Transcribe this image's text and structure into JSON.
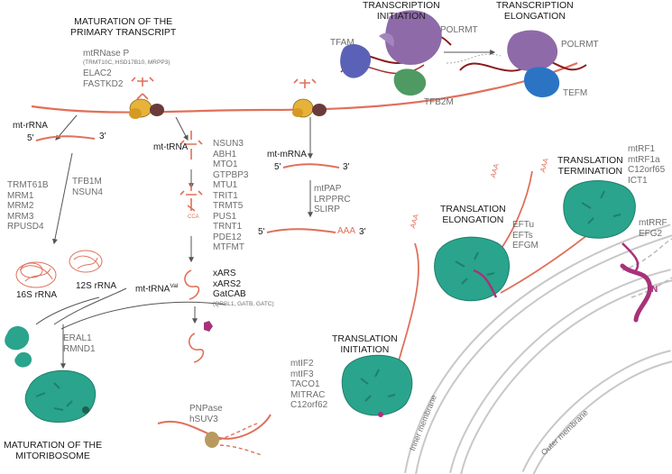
{
  "headings": {
    "maturation_primary": [
      "MATURATION OF THE",
      "PRIMARY TRANSCRIPT"
    ],
    "transcription_initiation": [
      "TRANSCRIPTION",
      "INITIATION"
    ],
    "transcription_elongation": [
      "TRANSCRIPTION",
      "ELONGATION"
    ],
    "translation_elongation": [
      "TRANSLATION",
      "ELONGATION"
    ],
    "translation_termination": [
      "TRANSLATION",
      "TERMINATION"
    ],
    "translation_initiation": [
      "TRANSLATION",
      "INITIATION"
    ],
    "maturation_mitoribosome": [
      "MATURATION OF THE",
      "MITORIBOSOME"
    ]
  },
  "processing": {
    "mtrnasep": "mtRNase P",
    "mtrnasep_subunits": "(TRMT10C, HSD17B10, MRPP3)",
    "others": [
      "ELAC2",
      "FASTKD2"
    ]
  },
  "transcription": {
    "tfam": "TFAM",
    "polrmt": "POLRMT",
    "tfb2m": "TFB2M",
    "polrmt_elong": "POLRMT",
    "tefm": "TEFM"
  },
  "rrna": {
    "label": "mt-rRNA",
    "five": "5'",
    "three": "3'",
    "factors_left": [
      "TRMT61B",
      "MRM1",
      "MRM2",
      "MRM3",
      "RPUSD4"
    ],
    "factors_right": [
      "TFB1M",
      "NSUN4"
    ],
    "r16s": "16S rRNA",
    "r12s": "12S rRNA",
    "assembly": [
      "ERAL1",
      "RMND1"
    ]
  },
  "trna": {
    "label": "mt-tRNA",
    "modifiers": [
      "NSUN3",
      "ABH1",
      "MTO1",
      "GTPBP3",
      "MTU1",
      "TRIT1",
      "TRMT5",
      "PUS1",
      "TRNT1",
      "PDE12",
      "MTFMT"
    ],
    "cca": "CCA",
    "charging": [
      "xARS",
      "xARS2",
      "GatCAB"
    ],
    "gatcab_subunits": "(QRSL1, GATB, GATC)",
    "trna_val": "mt-tRNA",
    "trna_val_sup": "Val"
  },
  "mrna": {
    "label": "mt-mRNA",
    "five": "5'",
    "three": "3'",
    "factors": [
      "mtPAP",
      "LRPPRC",
      "SLIRP"
    ],
    "five_b": "5'",
    "aaa": "AAA",
    "three_b": "3'"
  },
  "degradation": [
    "PNPase",
    "hSUV3"
  ],
  "translation": {
    "initiation_factors": [
      "mtIF2",
      "mtIF3",
      "TACO1",
      "MITRAC",
      "C12orf62"
    ],
    "elongation_factors": [
      "EFTu",
      "EFTs",
      "EFGM"
    ],
    "termination_factors": [
      "mtRF1",
      "mtRF1a",
      "C12orf65",
      "ICT1"
    ],
    "recycling_factors": [
      "mtRRF",
      "EFG2"
    ],
    "polya": "AAA",
    "n_term": "N"
  },
  "membranes": {
    "inner": "Inner membrane",
    "outer": "Outer membrane"
  },
  "colors": {
    "rna": "#e0705a",
    "ribosome": "#2aa48c",
    "ribosome_dark": "#1f7f6b",
    "polrmt": "#8e6aa8",
    "tfam": "#5a62b8",
    "tfb2m": "#4f9a62",
    "tefm": "#2b74c4",
    "rnasep_yellow": "#e6b23a",
    "rnasep_brown": "#6b3a3a",
    "peptide": "#a8327a",
    "membrane": "#c8c8c8"
  }
}
